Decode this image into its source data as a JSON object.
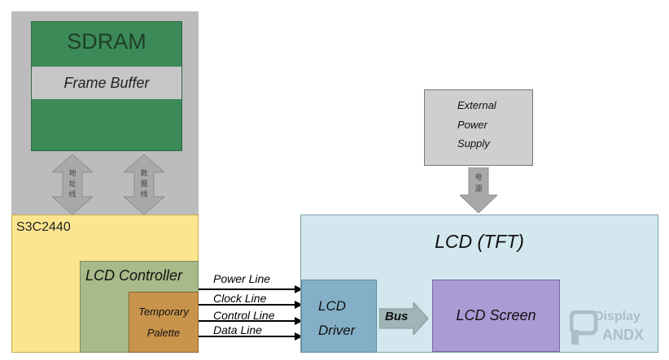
{
  "memory": {
    "title": "SDRAM",
    "frame_buffer": "Frame Buffer",
    "address_bus": [
      "地",
      "址",
      "线"
    ],
    "data_bus": [
      "数",
      "据",
      "线"
    ]
  },
  "soc": {
    "title": "S3C2440",
    "lcd_controller": "LCD Controller",
    "palette": [
      "Temporary",
      "Palette"
    ]
  },
  "signals": [
    "Power Line",
    "Clock Line",
    "Control Line",
    "Data Line"
  ],
  "lcd": {
    "title": "LCD (TFT)",
    "driver": [
      "LCD",
      "Driver"
    ],
    "bus": "Bus",
    "screen": "LCD Screen"
  },
  "supply": {
    "lines": [
      "External",
      "Power",
      "Supply"
    ],
    "power_label": [
      "电",
      "源"
    ]
  },
  "watermark": {
    "top": "Display",
    "bottom": "ANDX"
  },
  "colors": {
    "sdram": "#3c8a58",
    "memory_panel": "#bcbcbc",
    "soc": "#fde590",
    "lcd_controller": "#a8b98a",
    "palette": "#c8944c",
    "lcd_panel": "#d2e8ee",
    "driver": "#84afc6",
    "screen": "#a99bd4",
    "arrow": "#a9a9a9"
  }
}
